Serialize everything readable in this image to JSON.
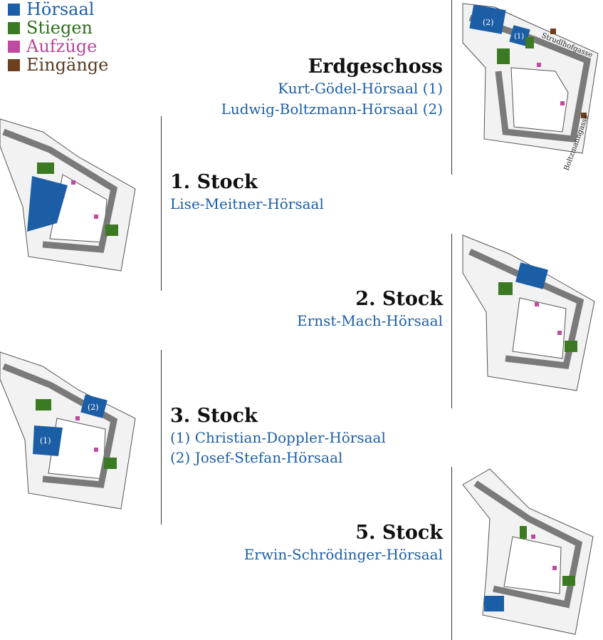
{
  "legend": [
    {
      "label": "Hörsaal",
      "color": "#1c5ea6",
      "text_color": "#1c5ea6",
      "icon": "blue-square"
    },
    {
      "label": "Stiegen",
      "color": "#3b7a22",
      "text_color": "#2f6e1e",
      "icon": "green-square"
    },
    {
      "label": "Aufzüge",
      "color": "#c04aa0",
      "text_color": "#b6489c",
      "icon": "magenta-square"
    },
    {
      "label": "Eingänge",
      "color": "#6e3f1c",
      "text_color": "#5a3a1e",
      "icon": "brown-square"
    }
  ],
  "colors": {
    "hall_text": "#1c5ea6",
    "corridor": "#7a7a7a",
    "wall": "#555555",
    "room": "#f2f2f2"
  },
  "floors": {
    "eg": {
      "heading": "Erdgeschoss",
      "halls": [
        "Kurt-Gödel-Hörsaal (1)",
        "Ludwig-Boltzmann-Hörsaal (2)"
      ],
      "markers": [
        "(2)",
        "(1)"
      ],
      "streets": [
        "Strudlhofgasse",
        "Boltzmanngasse"
      ]
    },
    "f1": {
      "heading": "1. Stock",
      "halls": [
        "Lise-Meitner-Hörsaal"
      ]
    },
    "f2": {
      "heading": "2. Stock",
      "halls": [
        "Ernst-Mach-Hörsaal"
      ]
    },
    "f3": {
      "heading": "3. Stock",
      "halls": [
        "(1) Christian-Doppler-Hörsaal",
        "(2) Josef-Stefan-Hörsaal"
      ],
      "markers": [
        "(1)",
        "(2)"
      ]
    },
    "f5": {
      "heading": "5. Stock",
      "halls": [
        "Erwin-Schrödinger-Hörsaal"
      ]
    }
  }
}
